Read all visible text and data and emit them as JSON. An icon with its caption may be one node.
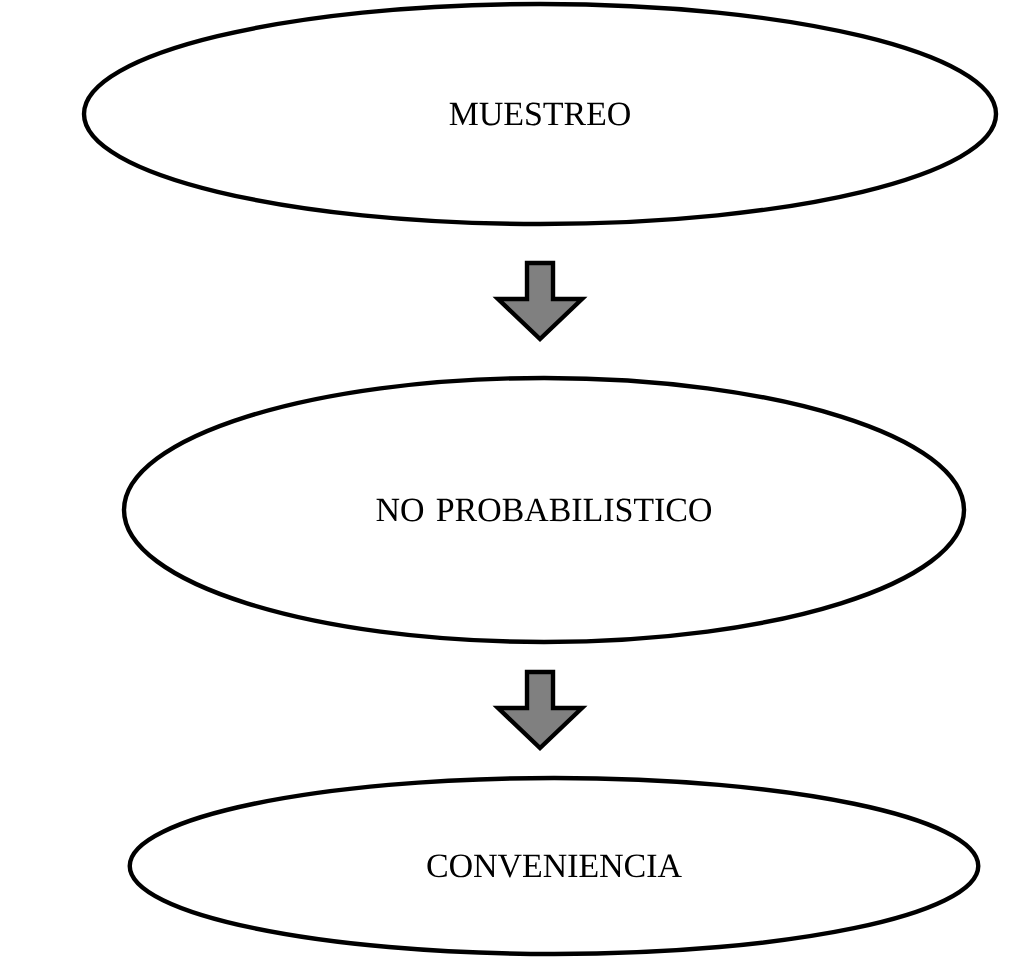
{
  "diagram": {
    "nodes": [
      {
        "text": [
          "MUESTREO"
        ]
      },
      {
        "text": [
          "NO PROBABILISTICO"
        ]
      },
      {
        "text": [
          "CONVENIENCIA"
        ]
      }
    ],
    "edges": [
      {
        "from": 0,
        "to": 1,
        "arrow": "to"
      },
      {
        "from": 1,
        "to": 2,
        "arrow": "to"
      }
    ]
  }
}
